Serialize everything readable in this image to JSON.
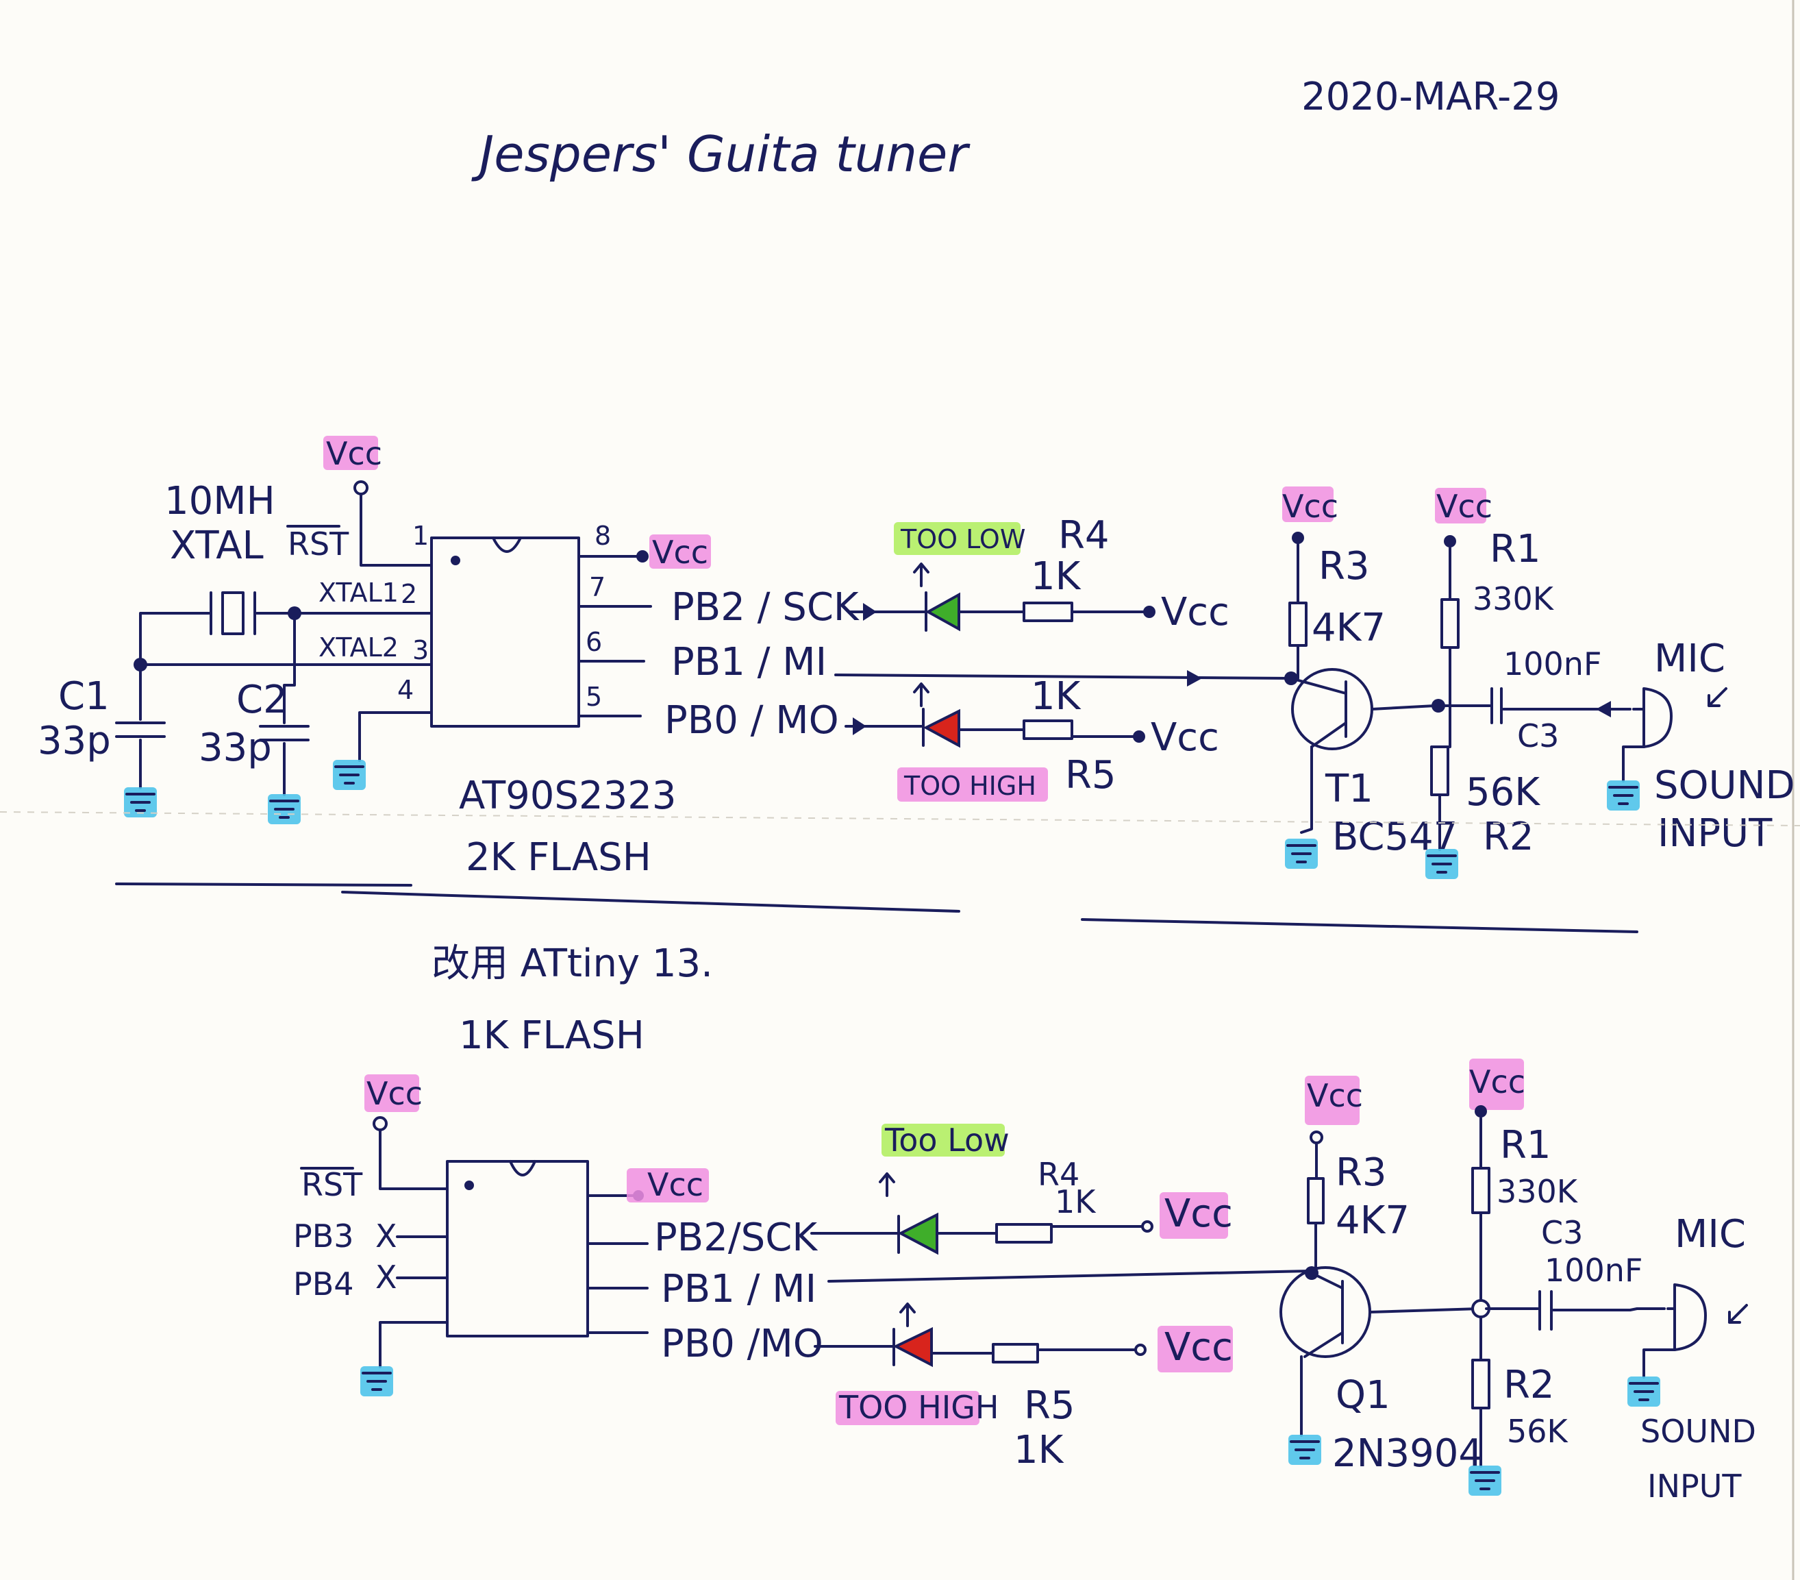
{
  "header": {
    "title": "Jespers' Guita tuner",
    "date": "2020-MAR-29"
  },
  "circuit1": {
    "chip_name": "AT90S2323",
    "chip_flash": "2K FLASH",
    "xtal_freq": "10MH",
    "xtal_label": "XTAL",
    "rst": "RST",
    "xtal1": "XTAL1",
    "xtal2": "XTAL2",
    "pins": [
      "1",
      "2",
      "3",
      "4",
      "5",
      "6",
      "7",
      "8"
    ],
    "pb2": "PB2 / SCK",
    "pb1": "PB1 / MI",
    "pb0": "PB0 / MO",
    "c1": "C1",
    "c1_val": "33p",
    "c2": "C2",
    "c2_val": "33p",
    "vcc": "Vcc",
    "too_low": "TOO LOW",
    "too_high": "TOO HIGH",
    "r4": "R4",
    "r5": "R5",
    "r_1k": "1K",
    "r3": "R3",
    "r3_val": "4K7",
    "r1": "R1",
    "r1_val": "330K",
    "r2": "R2",
    "r2_val": "56K",
    "c3": "C3",
    "c3_val": "100nF",
    "t1": "T1",
    "t1_part": "BC547",
    "mic": "MIC",
    "sound": "SOUND",
    "input": "INPUT"
  },
  "divider_label": {
    "line1": "改用 ATtiny 13.",
    "line2": "1K FLASH"
  },
  "circuit2": {
    "rst": "RST",
    "pb3": "PB3",
    "pb4": "PB4",
    "nc": "X",
    "pb2": "PB2/SCK",
    "pb1": "PB1 / MI",
    "pb0": "PB0 /MO",
    "vcc": "Vcc",
    "too_low": "Too Low",
    "too_high": "TOO HIGH",
    "r4": "R4",
    "r4_val": "1K",
    "r5": "R5",
    "r5_val": "1K",
    "r3": "R3",
    "r3_val": "4K7",
    "r1": "R1",
    "r1_val": "330K",
    "r2": "R2",
    "r2_val": "56K",
    "c3": "C3",
    "c3_val": "100nF",
    "q1": "Q1",
    "q1_part": "2N3904",
    "mic": "MIC",
    "sound": "SOUND",
    "input": "INPUT"
  },
  "colors": {
    "ink": "#1a1d5c",
    "highlight_vcc": "#f08ee0",
    "highlight_gnd": "#4fc3ea",
    "highlight_low": "#b6ef6a",
    "led_low": "#3fae2a",
    "led_high": "#d8241c"
  }
}
